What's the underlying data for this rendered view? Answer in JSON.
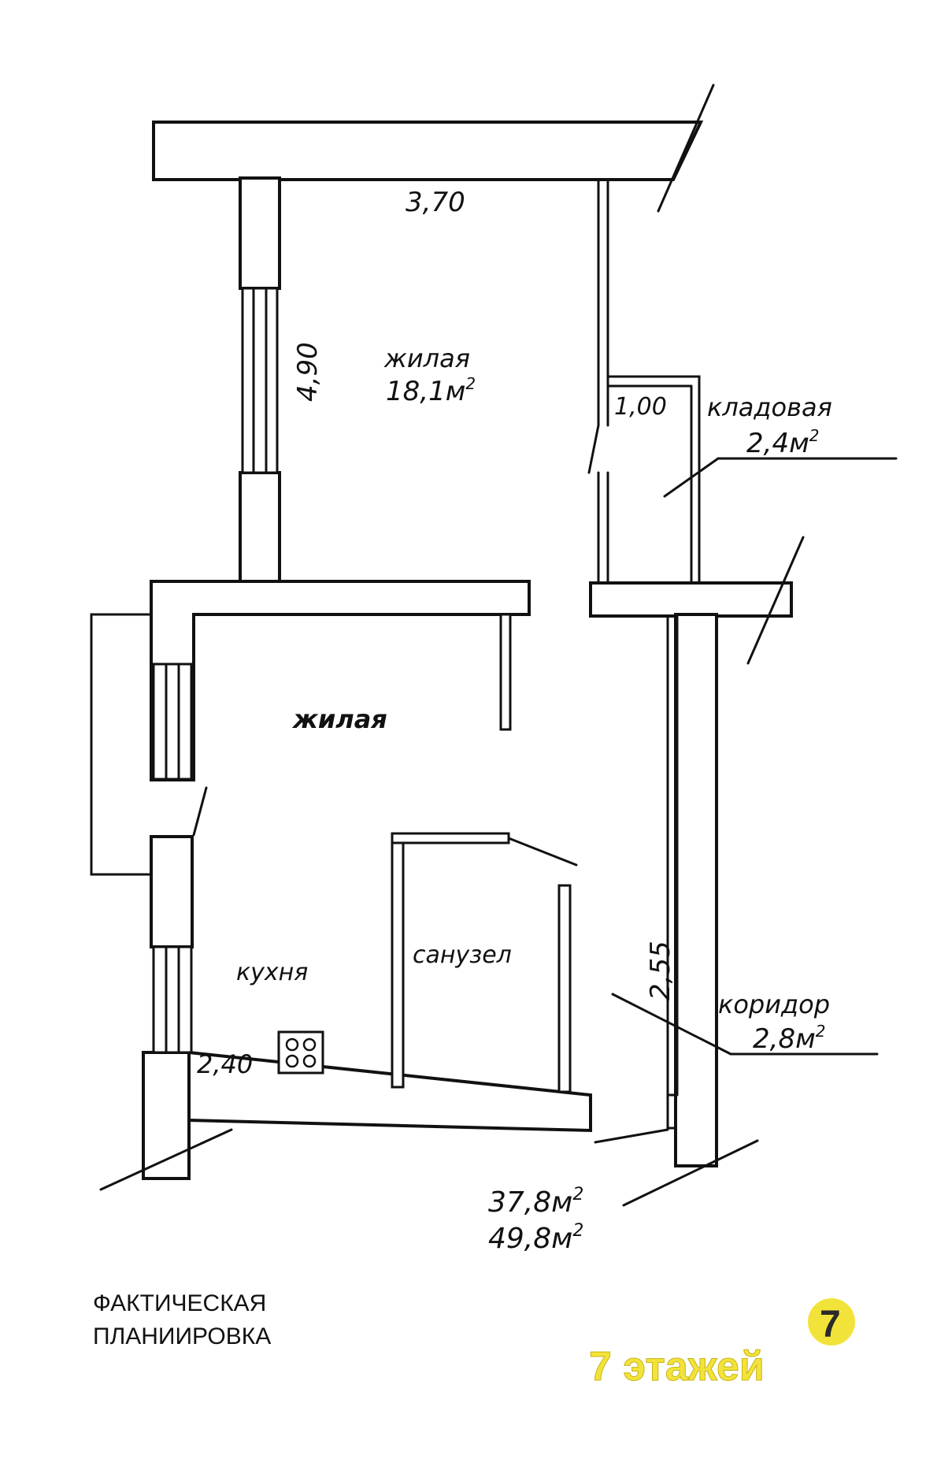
{
  "rooms": {
    "living_top": {
      "name": "жилая",
      "area": "18,1м",
      "area_sup": "2"
    },
    "living_mid": {
      "name": "жилая"
    },
    "storage": {
      "name": "кладовая",
      "area": "2,4м",
      "area_sup": "2"
    },
    "kitchen": {
      "name": "кухня"
    },
    "bathroom": {
      "name": "санузел"
    },
    "corridor": {
      "name": "коридор",
      "area": "2,8м",
      "area_sup": "2"
    }
  },
  "dimensions": {
    "top_width": "3,70",
    "top_height": "4,90",
    "storage_width": "1,00",
    "corridor_length": "2,55",
    "kitchen_width": "2,40"
  },
  "totals": {
    "living_area": "37,8м",
    "living_area_sup": "2",
    "total_area": "49,8м",
    "total_area_sup": "2"
  },
  "caption": {
    "line1": "ФАКТИЧЕСКАЯ",
    "line2": "ПЛАНИИРОВКА"
  },
  "brand": {
    "text": "7 этажей",
    "badge": "7",
    "color": "#f2e33a",
    "icon": "seven-badge-icon"
  }
}
